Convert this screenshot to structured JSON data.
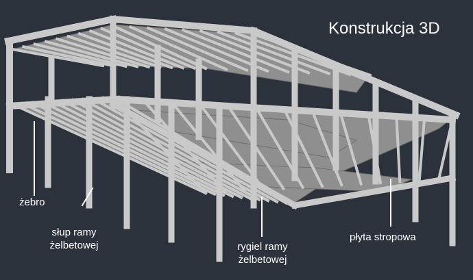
{
  "title": "Konstrukcja 3D",
  "labels": {
    "rib": "żebro",
    "column_line1": "słup ramy",
    "column_line2": "żelbetowej",
    "beam_line1": "rygiel ramy",
    "beam_line2": "żelbetowej",
    "slab": "płyta stropowa"
  },
  "colors": {
    "background": "#2b323b",
    "frame": "#c9c9c9",
    "slab": "#8f8f8f",
    "leader": "#ffffff",
    "text": "#ffffff"
  }
}
